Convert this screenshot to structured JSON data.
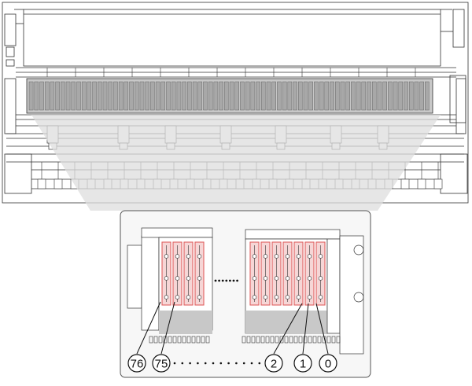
{
  "callouts": [
    {
      "label": "76"
    },
    {
      "label": "75"
    },
    {
      "label": "2"
    },
    {
      "label": "1"
    },
    {
      "label": "0"
    }
  ],
  "colors": {
    "line": "#333333",
    "shade": "#c8c8c8",
    "shade_dark": "#a8a8a8",
    "highlight": "#e06060",
    "highlight_fill": "#f6d6d6",
    "zoom_bg": "#f7f7f7"
  }
}
